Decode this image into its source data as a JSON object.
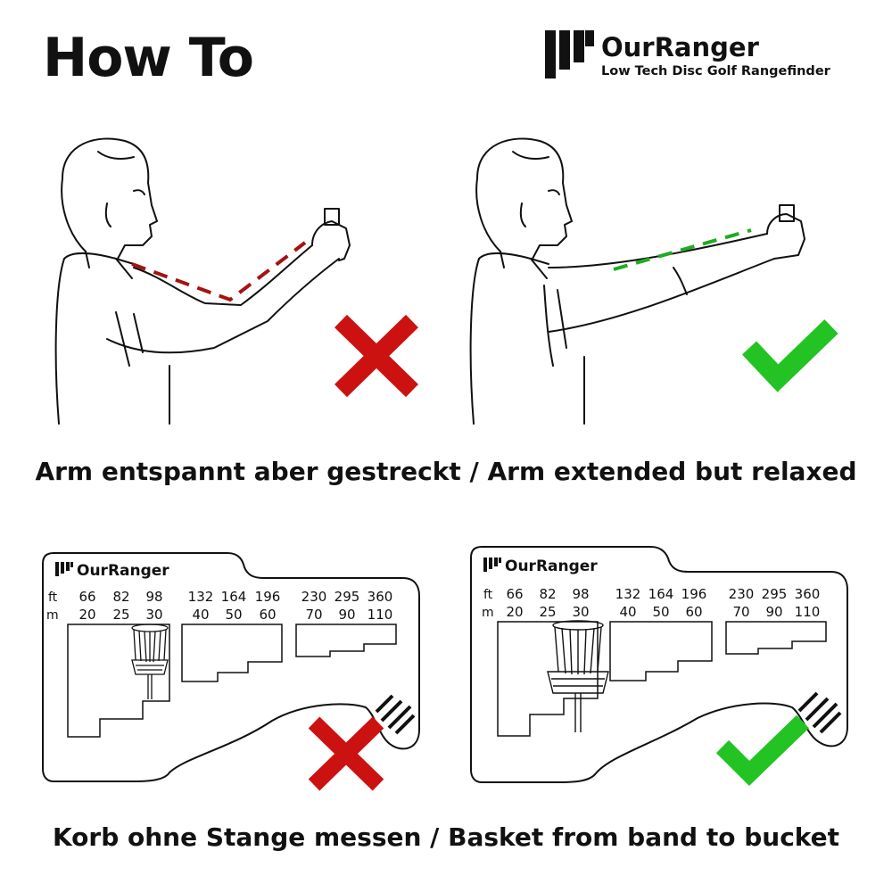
{
  "header": {
    "title": "How To",
    "brand_name": "OurRanger",
    "brand_tagline": "Low Tech Disc Golf Rangefinder"
  },
  "colors": {
    "wrong": "#cc1111",
    "right": "#22c322",
    "ink": "#111111"
  },
  "icons": [
    "cross-icon",
    "check-icon",
    "logo-bars-icon",
    "disc-golf-basket-icon"
  ],
  "caption_arm": "Arm entspannt aber gestreckt / Arm extended but relaxed",
  "caption_basket": "Korb ohne Stange messen / Basket from band to bucket",
  "card": {
    "brand": "OurRanger",
    "ft_label": "ft",
    "m_label": "m",
    "groups": [
      {
        "ft": [
          "66",
          "82",
          "98"
        ],
        "m": [
          "20",
          "25",
          "30"
        ]
      },
      {
        "ft": [
          "132",
          "164",
          "196"
        ],
        "m": [
          "40",
          "50",
          "60"
        ]
      },
      {
        "ft": [
          "230",
          "295",
          "360"
        ],
        "m": [
          "70",
          "90",
          "110"
        ]
      }
    ]
  }
}
